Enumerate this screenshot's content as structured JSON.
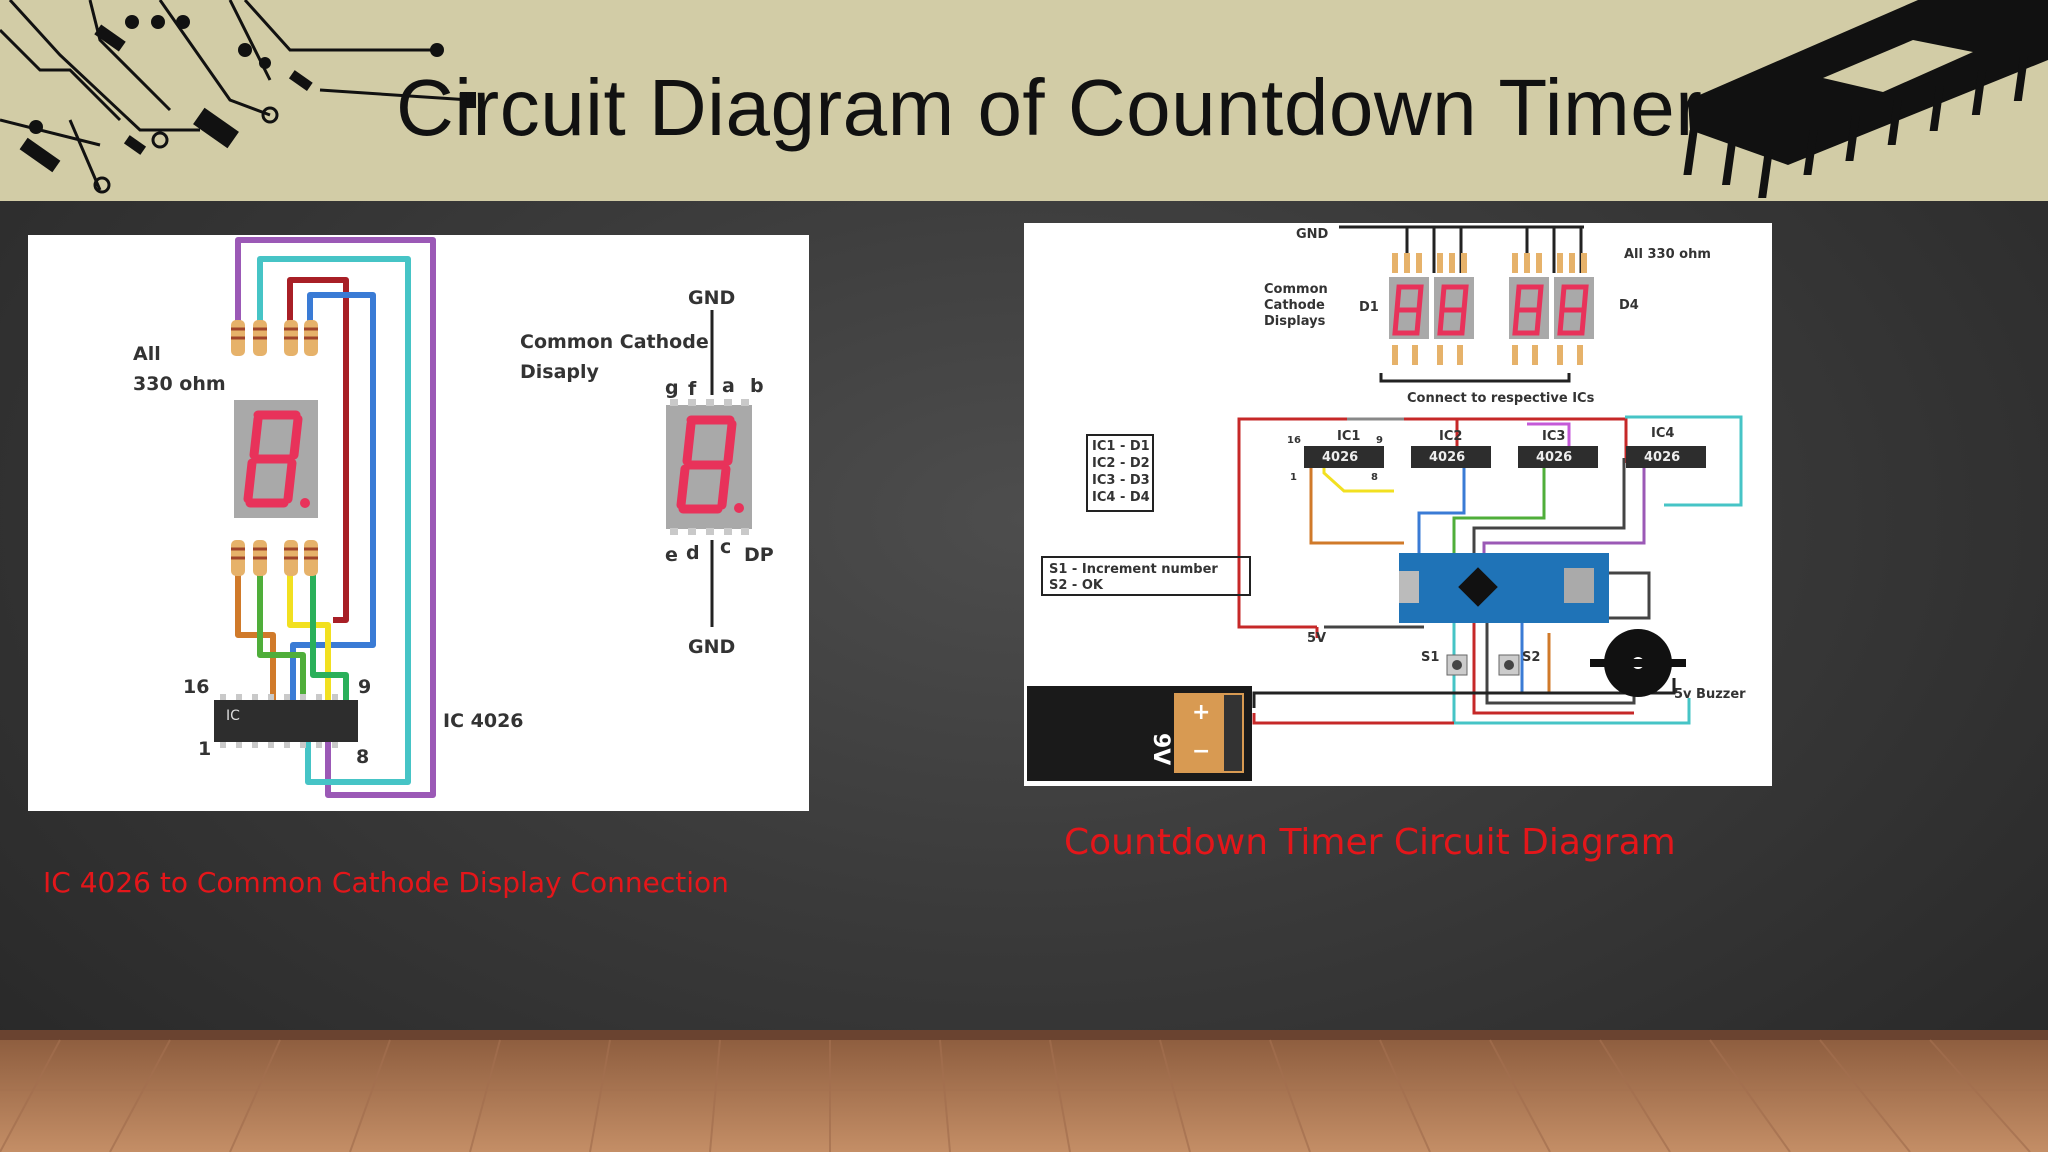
{
  "slide": {
    "title": "Circuit Diagram of Countdown Timer:",
    "accent_color": "#e4161a",
    "banner_color": "#d2cca6"
  },
  "left_figure": {
    "caption": "IC 4026 to Common Cathode Display Connection",
    "resistor_label_line1": "All",
    "resistor_label_line2": "330 ohm",
    "display_label_line1": "Common Cathode",
    "display_label_line2": "Disaply",
    "gnd_top": "GND",
    "gnd_bottom": "GND",
    "pin_g": "g",
    "pin_f": "f",
    "pin_a": "a",
    "pin_b": "b",
    "pin_e": "e",
    "pin_d": "d",
    "pin_c": "c",
    "pin_dp": "DP",
    "ic_pin_16": "16",
    "ic_pin_9": "9",
    "ic_pin_1": "1",
    "ic_pin_8": "8",
    "ic_chip_text": "IC",
    "ic_name": "IC 4026"
  },
  "right_figure": {
    "caption": "Countdown Timer Circuit Diagram",
    "gnd": "GND",
    "resistors": "All 330 ohm",
    "displays_line1": "Common",
    "displays_line2": "Cathode",
    "displays_line3": "Displays",
    "d1": "D1",
    "d4": "D4",
    "connect_note": "Connect to respective ICs",
    "ic_labels": [
      "IC1",
      "IC2",
      "IC3",
      "IC4"
    ],
    "chip_text": "4026",
    "pin16": "16",
    "pin9": "9",
    "pin1": "1",
    "pin8": "8",
    "mapping": [
      "IC1 - D1",
      "IC2 - D2",
      "IC3 - D3",
      "IC4 - D4"
    ],
    "switch_notes": [
      "S1 - Increment number",
      "S2 - OK"
    ],
    "v5": "5V",
    "s1": "S1",
    "s2": "S2",
    "buzzer": "5v Buzzer",
    "battery": "9V",
    "battery_plus": "+",
    "battery_minus": "−"
  }
}
